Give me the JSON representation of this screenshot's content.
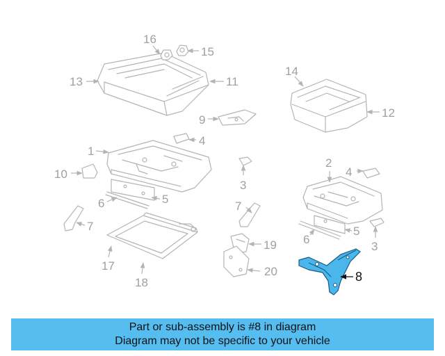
{
  "colors": {
    "highlight": "#4ab6ec",
    "highlight_stroke": "#1a5a80",
    "banner": "#55bdf0",
    "part_stroke": "#b4b4b4",
    "label_gray": "#a0a0a0"
  },
  "callouts": {
    "c16": "16",
    "c15": "15",
    "c13": "13",
    "c11": "11",
    "c14": "14",
    "c12": "12",
    "c9": "9",
    "c4a": "4",
    "c1": "1",
    "c10": "10",
    "c6a": "6",
    "c5a": "5",
    "c3a": "3",
    "c2": "2",
    "c4b": "4",
    "c7a": "7",
    "c7b": "7",
    "c6b": "6",
    "c5b": "5",
    "c3b": "3",
    "c19": "19",
    "c17": "17",
    "c18": "18",
    "c20": "20",
    "c8": "8"
  },
  "banner": {
    "line1": "Part or sub-assembly is #8 in diagram",
    "line2": "Diagram may not be specific to your vehicle"
  }
}
